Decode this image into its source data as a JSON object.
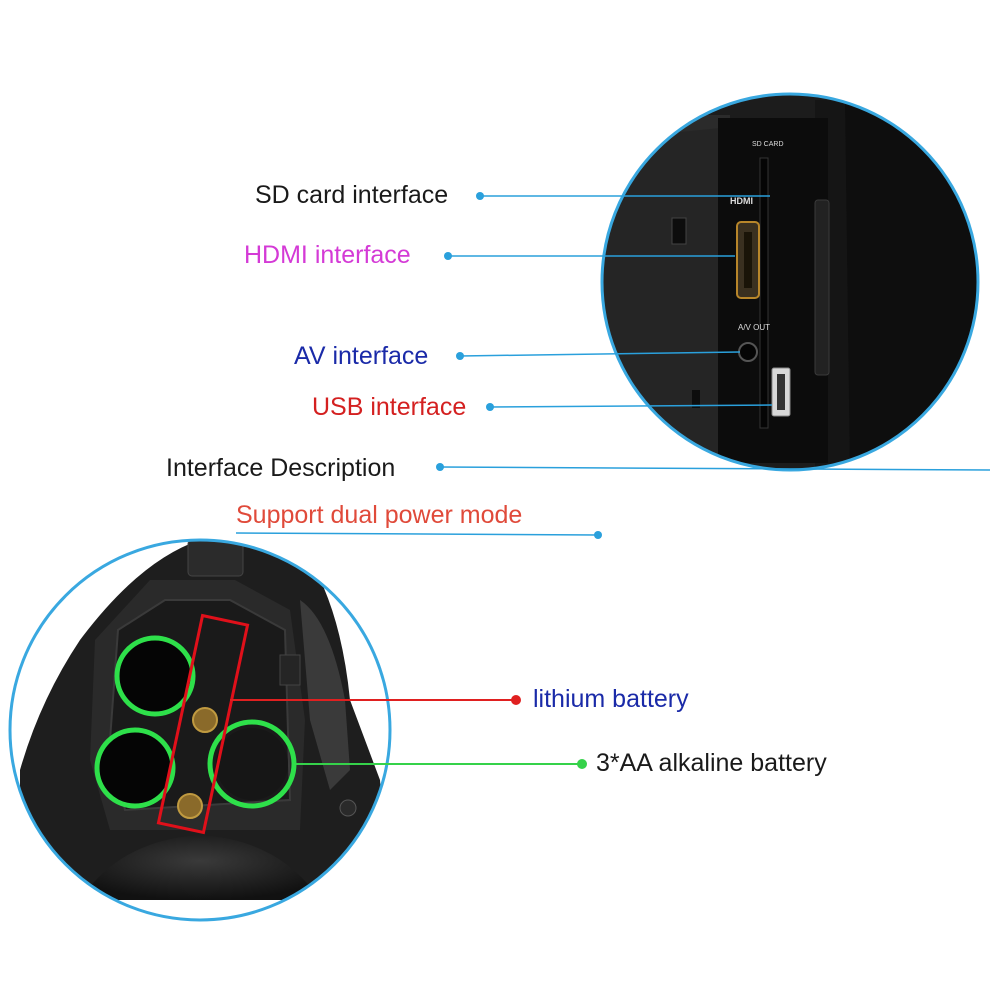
{
  "colors": {
    "background": "#ffffff",
    "leader_line_blue": "#2aa0dc",
    "leader_line_red": "#e02020",
    "leader_line_green": "#35d24a",
    "circle_outline": "#39a8e0",
    "lithium_box": "#e0101a",
    "aa_ring": "#2ee04a",
    "device_dark": "#141414"
  },
  "labels": {
    "sd_card": {
      "text": "SD card interface",
      "color": "#1a1a1a"
    },
    "hdmi": {
      "text": "HDMI interface",
      "color": "#d43ad6"
    },
    "av": {
      "text": "AV interface",
      "color": "#1a2aa8"
    },
    "usb": {
      "text": "USB interface",
      "color": "#d42020"
    },
    "interface_description": {
      "text": "Interface Description",
      "color": "#1a1a1a"
    },
    "dual_power": {
      "text": "Support dual power mode",
      "color": "#e04a3a"
    },
    "lithium": {
      "text": "lithium battery",
      "color": "#1a2aa8"
    },
    "aa_alkaline": {
      "text": "3*AA alkaline battery",
      "color": "#1a1a1a"
    }
  },
  "port_markings": {
    "sd_card": "SD CARD",
    "hdmi": "HDMI",
    "av_out": "A/V OUT"
  }
}
